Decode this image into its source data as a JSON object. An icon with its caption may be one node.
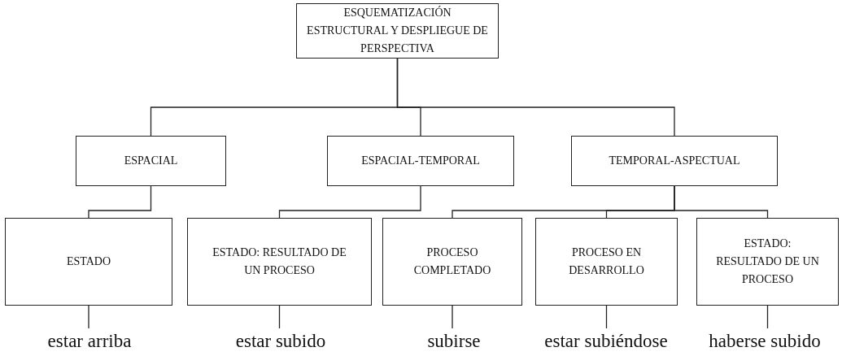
{
  "diagram": {
    "nodes": [
      {
        "text": [
          "ESQUEMATIZACIÓN ESTRUCTURAL Y DESPLIEGUE DE PERSPECTIVA"
        ]
      },
      {
        "text": [
          "ESPACIAL"
        ]
      },
      {
        "text": [
          "ESPACIAL-TEMPORAL"
        ]
      },
      {
        "text": [
          "TEMPORAL-ASPECTUAL"
        ]
      },
      {
        "text": [
          "ESTADO"
        ]
      },
      {
        "text": [
          "ESTADO: RESULTADO DE UN PROCESO"
        ]
      },
      {
        "text": [
          "PROCESO COMPLETADO"
        ]
      },
      {
        "text": [
          "PROCESO EN DESARROLLO"
        ]
      },
      {
        "text": [
          "ESTADO: RESULTADO DE UN PROCESO"
        ]
      },
      {
        "text": [
          "estar arriba"
        ]
      },
      {
        "text": [
          "estar subido"
        ]
      },
      {
        "text": [
          "subirse"
        ]
      },
      {
        "text": [
          "estar subiéndose"
        ]
      },
      {
        "text": [
          "haberse subido"
        ]
      }
    ],
    "edges": [
      {
        "from": 0,
        "to": 1,
        "arrow": "none"
      },
      {
        "from": 0,
        "to": 2,
        "arrow": "none"
      },
      {
        "from": 0,
        "to": 3,
        "arrow": "none"
      },
      {
        "from": 1,
        "to": 4,
        "arrow": "none"
      },
      {
        "from": 2,
        "to": 5,
        "arrow": "none"
      },
      {
        "from": 3,
        "to": 6,
        "arrow": "none"
      },
      {
        "from": 3,
        "to": 7,
        "arrow": "none"
      },
      {
        "from": 3,
        "to": 8,
        "arrow": "none"
      },
      {
        "from": 4,
        "to": 9,
        "arrow": "none"
      },
      {
        "from": 5,
        "to": 10,
        "arrow": "none"
      },
      {
        "from": 6,
        "to": 11,
        "arrow": "none"
      },
      {
        "from": 7,
        "to": 12,
        "arrow": "none"
      },
      {
        "from": 8,
        "to": 13,
        "arrow": "none"
      }
    ]
  }
}
